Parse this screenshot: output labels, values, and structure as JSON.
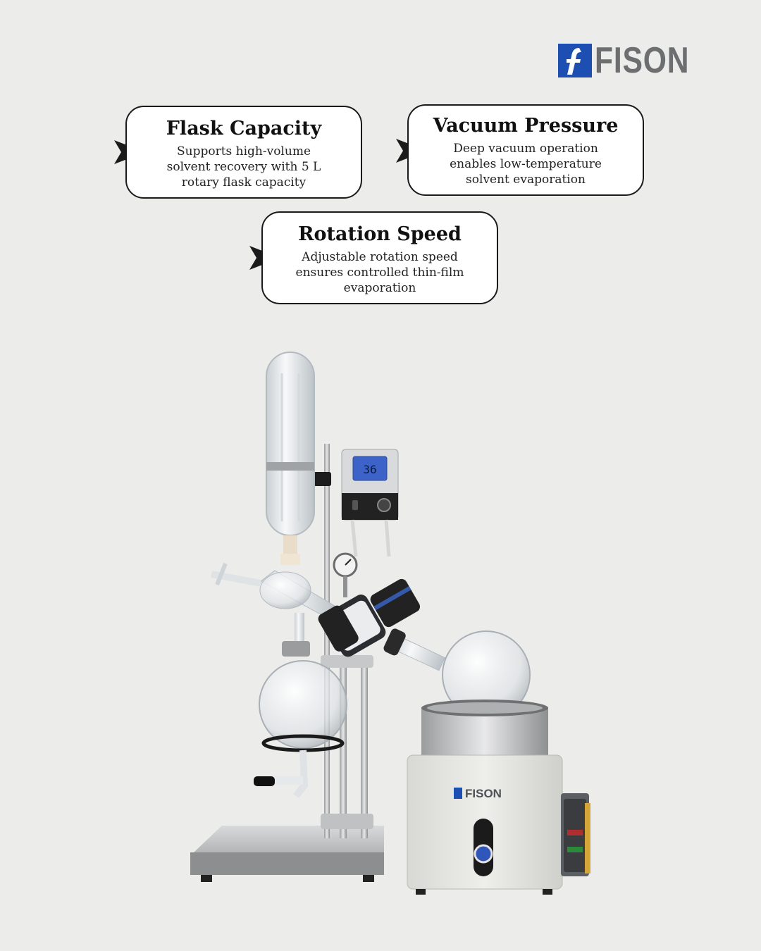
{
  "brand": {
    "name": "FISON",
    "mark_letter": "f",
    "mark_color": "#1d4fb3",
    "text_color": "#6d6e70"
  },
  "features": [
    {
      "title": "Flask Capacity",
      "description": "Supports high-volume solvent recovery with 5 L rotary flask capacity"
    },
    {
      "title": "Vacuum Pressure",
      "description": "Deep vacuum operation enables low-temperature solvent evaporation"
    },
    {
      "title": "Rotation Speed",
      "description": "Adjustable rotation speed ensures controlled thin-film evaporation"
    }
  ],
  "product": {
    "display_value": "36",
    "bath_brand": "FISON"
  },
  "colors": {
    "background": "#ececeb",
    "card_border": "#1b1b1b",
    "display_blue": "#3d63c9"
  }
}
